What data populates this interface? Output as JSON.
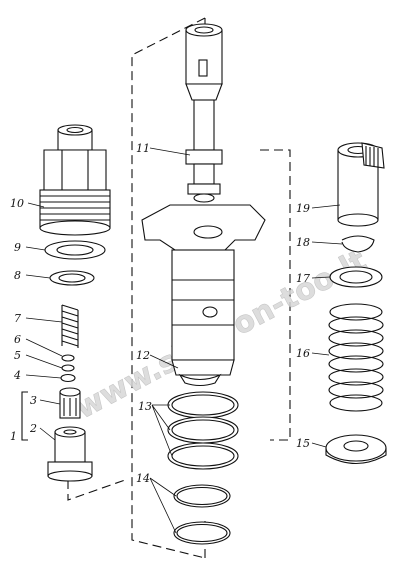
{
  "watermark": "www.sinhron-too.lt",
  "callouts": [
    {
      "id": "1",
      "label": "1"
    },
    {
      "id": "2",
      "label": "2"
    },
    {
      "id": "3",
      "label": "3"
    },
    {
      "id": "4",
      "label": "4"
    },
    {
      "id": "5",
      "label": "5"
    },
    {
      "id": "6",
      "label": "6"
    },
    {
      "id": "7",
      "label": "7"
    },
    {
      "id": "8",
      "label": "8"
    },
    {
      "id": "9",
      "label": "9"
    },
    {
      "id": "10",
      "label": "10"
    },
    {
      "id": "11",
      "label": "11"
    },
    {
      "id": "12",
      "label": "12"
    },
    {
      "id": "13",
      "label": "13"
    },
    {
      "id": "14",
      "label": "14"
    },
    {
      "id": "15",
      "label": "15"
    },
    {
      "id": "16",
      "label": "16"
    },
    {
      "id": "17",
      "label": "17"
    },
    {
      "id": "18",
      "label": "18"
    },
    {
      "id": "19",
      "label": "19"
    }
  ]
}
